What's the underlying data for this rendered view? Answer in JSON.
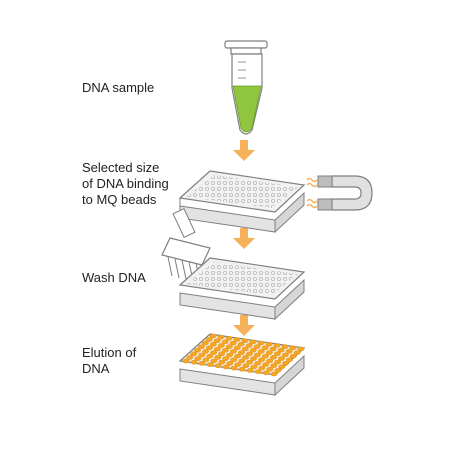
{
  "steps": [
    {
      "label": "DNA sample",
      "icon": "tube-icon"
    },
    {
      "label": "Selected size\nof DNA binding\nto MQ beads",
      "icon": "plate-with-magnet-icon"
    },
    {
      "label": "Wash DNA",
      "icon": "plate-with-pipette-icon"
    },
    {
      "label": "Elution of\nDNA",
      "icon": "plate-filled-icon"
    }
  ],
  "colors": {
    "arrow": "#f6b15a",
    "liquid": "#8fc53f",
    "wells": "#f5a623",
    "outline": "#7f7f7f",
    "plate_fill": "#f2f2f2"
  }
}
